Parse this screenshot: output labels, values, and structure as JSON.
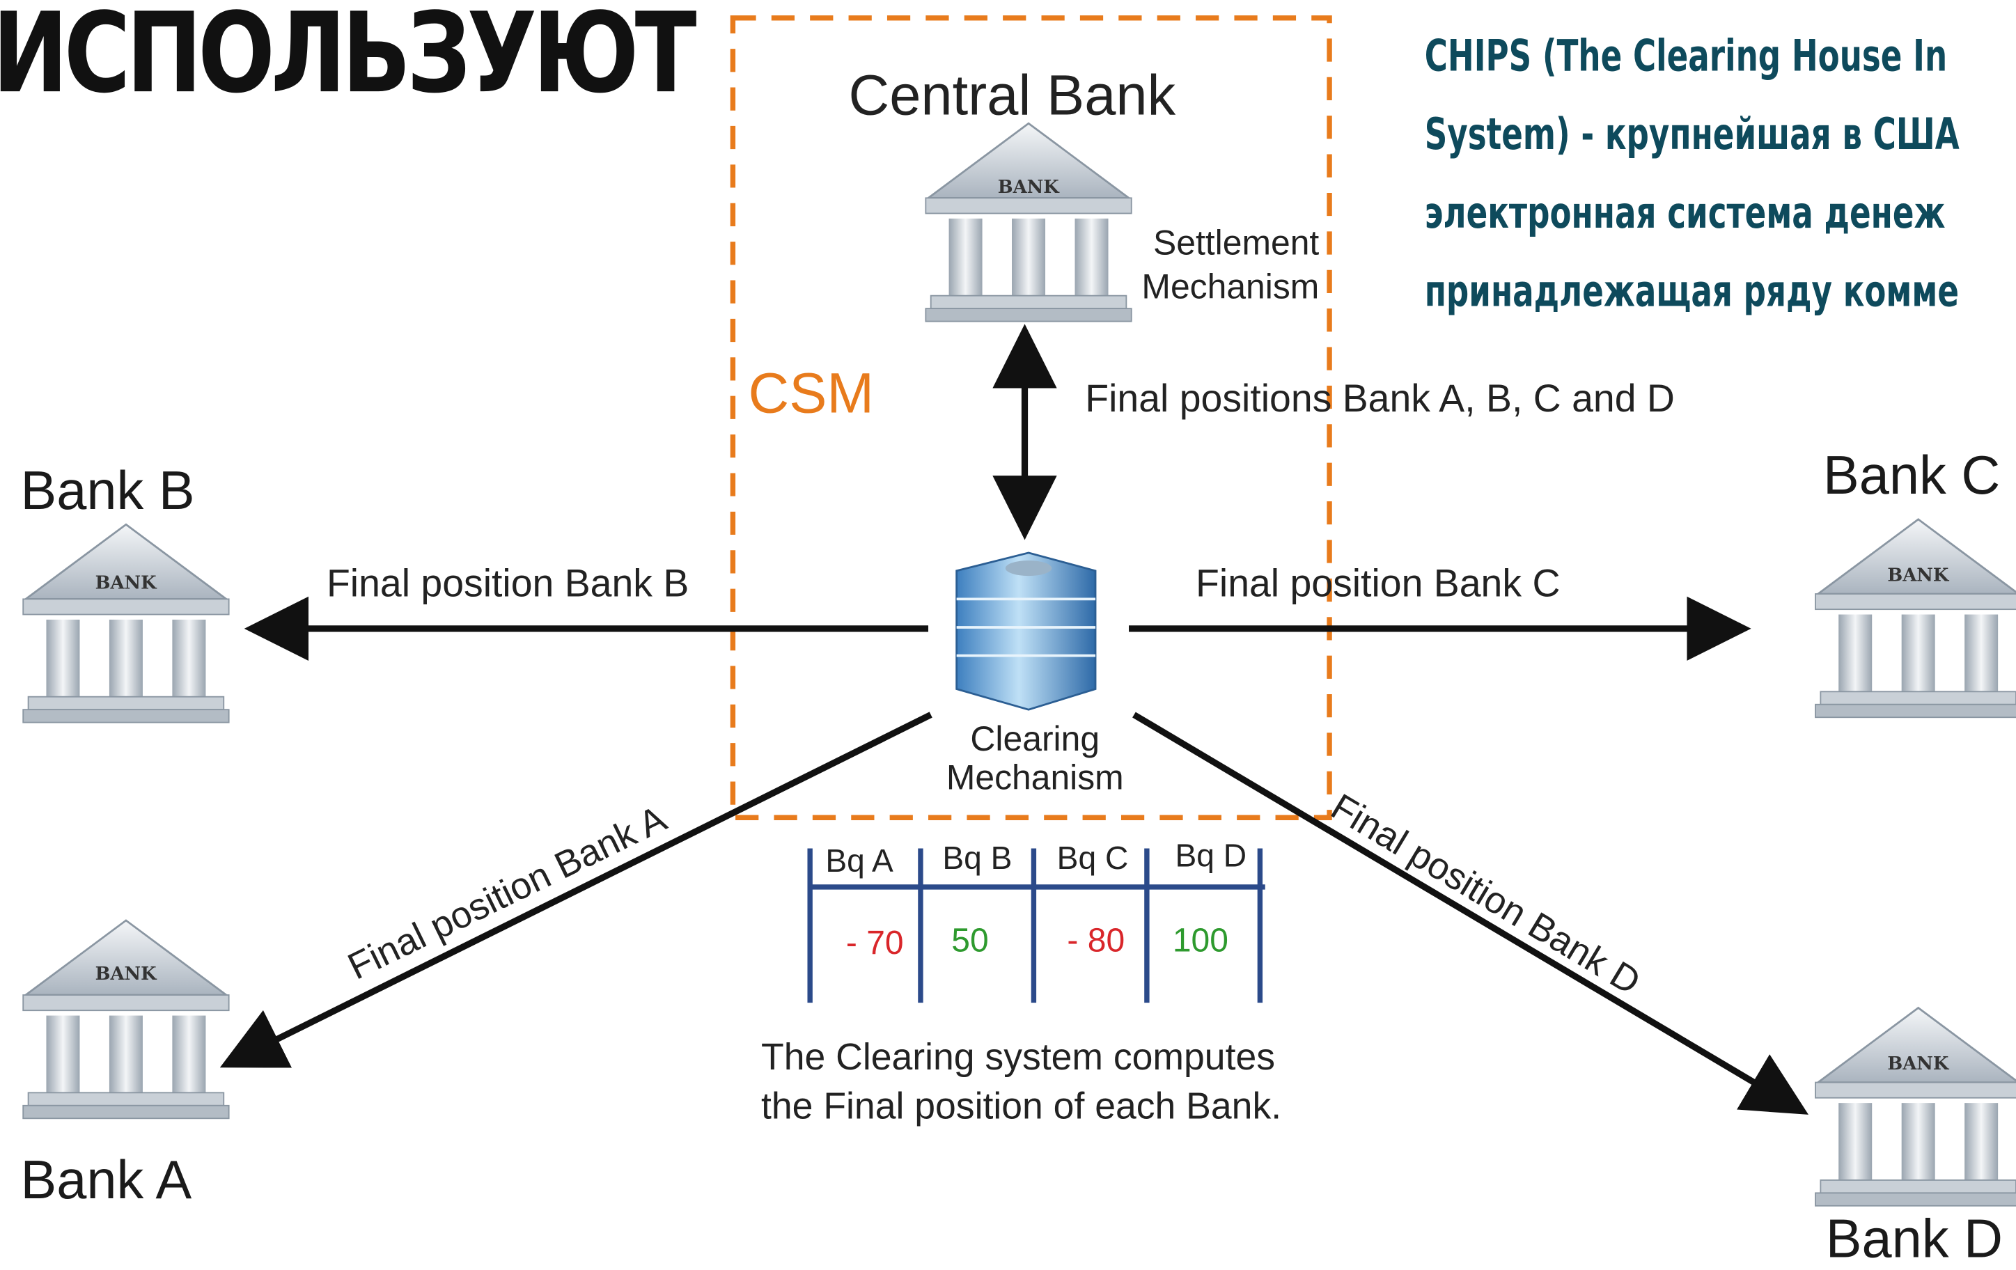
{
  "heading": "ИСПОЛЬЗУЮТ",
  "side_paragraph": {
    "lines": [
      "CHIPS (The Clearing House In",
      "System) - крупнейшая в США",
      "электронная система денеж",
      "принадлежащая ряду комме"
    ]
  },
  "diagram": {
    "central_bank": "Central Bank",
    "settlement": [
      "Settlement",
      "Mechanism"
    ],
    "csm": "CSM",
    "clearing": [
      "Clearing",
      "Mechanism"
    ],
    "bank_icon_text": "BANK",
    "banks": {
      "a": "Bank A",
      "b": "Bank B",
      "c": "Bank C",
      "d": "Bank D"
    },
    "arrows": {
      "central": "Final positions Bank A, B, C and D",
      "b": "Final position Bank B",
      "c": "Final position Bank C",
      "a": "Final position Bank A",
      "d": "Final position Bank D"
    },
    "table": {
      "headers": [
        "Bq A",
        "Bq B",
        "Bq C",
        "Bq D"
      ],
      "values": [
        "- 70",
        "50",
        "- 80",
        "100"
      ]
    },
    "caption": [
      "The Clearing system computes",
      "the Final position of each Bank."
    ],
    "colors": {
      "csm_border": "#e87b1c",
      "table_lines": "#2b4a8a",
      "negative": "#d9262a",
      "positive": "#2e9a2e",
      "side_text": "#0e4a5c"
    }
  }
}
